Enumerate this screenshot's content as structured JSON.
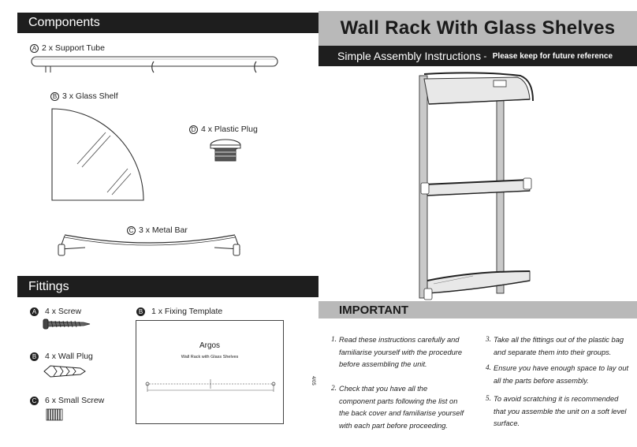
{
  "components": {
    "title": "Components",
    "a": {
      "letter": "A",
      "text": "2 x Support Tube"
    },
    "b": {
      "letter": "B",
      "text": "3 x Glass Shelf"
    },
    "c": {
      "letter": "C",
      "text": "3 x Metal Bar"
    },
    "d": {
      "letter": "D",
      "text": "4 x Plastic Plug"
    }
  },
  "fittings": {
    "title": "Fittings",
    "a": {
      "letter": "A",
      "text": "4 x Screw"
    },
    "b": {
      "letter": "B",
      "text": "4 x Wall Plug"
    },
    "c": {
      "letter": "C",
      "text": "6 x Small Screw"
    },
    "template": {
      "letter": "B",
      "text": "1 x Fixing Template",
      "brand": "Argos",
      "name": "Wall Rack with Glass Shelves"
    }
  },
  "code": "4/05",
  "header": {
    "title": "Wall Rack With Glass Shelves",
    "subtitle": "Simple Assembly Instructions",
    "separator": " - ",
    "note": "Please keep for future reference"
  },
  "important": {
    "title": "IMPORTANT",
    "items": [
      {
        "num": "1.",
        "text": "Read these instructions carefully and familiarise yourself with the procedure before assembling the unit."
      },
      {
        "num": "2.",
        "text": "Check that you have all the component parts following the list on the back cover and familiarise yourself with each part before proceeding."
      },
      {
        "num": "3.",
        "text": "Take all the fittings out of the plastic bag and separate them into their groups."
      },
      {
        "num": "4.",
        "text": "Ensure you have enough space to lay out all the parts before assembly."
      },
      {
        "num": "5.",
        "text": "To avoid scratching it is recommended that you assemble the unit on a soft level surface."
      }
    ]
  },
  "colors": {
    "dark_bar": "#1e1e1e",
    "grey_bar": "#b9b9b9"
  }
}
